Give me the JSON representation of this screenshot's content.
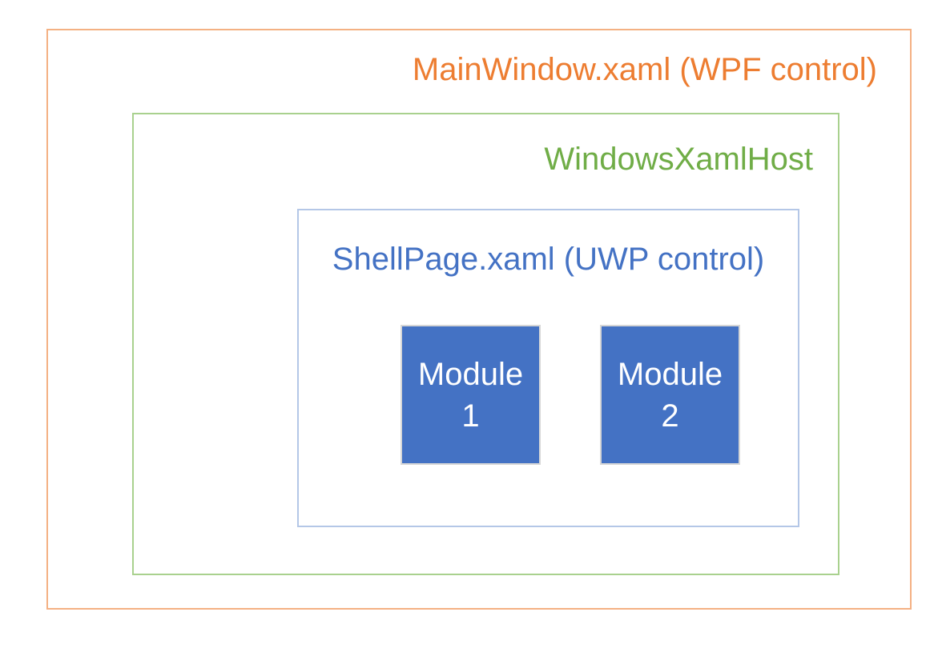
{
  "diagram": {
    "title": "MainWindow.xaml (WPF control)",
    "host_label": "WindowsXamlHost",
    "shell_label": "ShellPage.xaml (UWP control)",
    "modules": [
      {
        "name": "Module 1",
        "line1": "Module",
        "line2": "1"
      },
      {
        "name": "Module 2",
        "line1": "Module",
        "line2": "2"
      }
    ],
    "colors": {
      "background": "#FFFFFF",
      "outer_border": "#F4B183",
      "outer_text": "#ED7D31",
      "host_border": "#A9D18E",
      "host_text": "#70AD47",
      "shell_border": "#B4C7E7",
      "shell_text": "#4472C4",
      "module_fill": "#4472C4",
      "module_border": "#D6D6D6",
      "module_text": "#FFFFFF"
    }
  }
}
